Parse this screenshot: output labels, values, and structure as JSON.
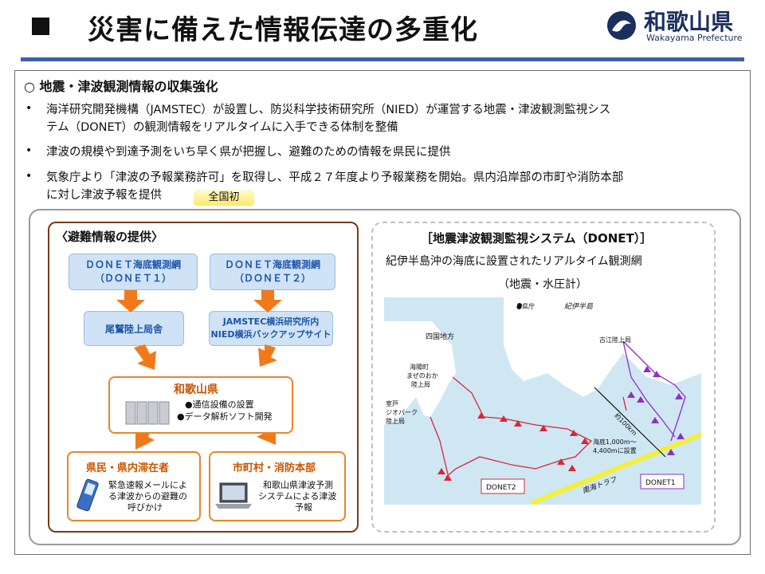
{
  "header": {
    "title": "災害に備えた情報伝達の多重化",
    "logo_name": "和歌山県",
    "logo_sub": "Wakayama Prefecture"
  },
  "section": {
    "heading": "○ 地震・津波観測情報の収集強化",
    "bullets": [
      {
        "symbol": "•",
        "lines": [
          "海洋研究開発機構（JAMSTEC）が設置し、防災科学技術研究所（NIED）が運営する地震・津波観測監視シス",
          "テム（DONET）の観測情報をリアルタイムに入手できる体制を整備"
        ]
      },
      {
        "symbol": "•",
        "lines": [
          "津波の規模や到達予測をいち早く県が把握し、避難のための情報を県民に提供"
        ]
      },
      {
        "symbol": "•",
        "lines": [
          "気象庁より「津波の予報業務許可」を取得し、平成２７年度より予報業務を開始。県内沿岸部の市町や消防本部",
          "に対し津波予報を提供"
        ]
      }
    ],
    "badge": "全国初"
  },
  "left_panel": {
    "title": "〈避難情報の提供〉",
    "donet1": [
      "ＤＯＮＥＴ海底観測網",
      "（ＤＯＮＥＴ１）"
    ],
    "donet2": [
      "ＤＯＮＥＴ海底観測網",
      "（ＤＯＮＥＴ２）"
    ],
    "owase": "尾鷲陸上局舎",
    "jamstec": [
      "JAMSTEC横浜研究所内",
      "NIED横浜バックアップサイト"
    ],
    "pref_title": "和歌山県",
    "pref_items": [
      "●通信設備の設置",
      "●データ解析ソフト開発"
    ],
    "residents_title": "県民・県内滞在者",
    "residents_text": [
      "緊急速報メールによ",
      "る津波からの避難の",
      "呼びかけ"
    ],
    "city_title": "市町村・消防本部",
    "city_text": [
      "和歌山県津波予測",
      "システムによる津波",
      "予報"
    ]
  },
  "right_panel": {
    "title": "［地震津波観測監視システム（DONET）］",
    "subtitle1": "紀伊半島沖の海底に設置されたリアルタイム観測網",
    "subtitle2": "（地震・水圧計）",
    "map": {
      "legend_pref": "●県庁",
      "kii": "紀伊半島",
      "shikoku": "四国地方",
      "koza": "古江陸上局",
      "kainan": [
        "海陽町",
        "まぜのおか",
        "陸上局"
      ],
      "muroto": [
        "室戸",
        "ジオパーク",
        "陸上局"
      ],
      "distance": "約100km",
      "depth": [
        "海底1,000m～",
        "4,400mに設置"
      ],
      "trough": "南海トラフ",
      "donet1": "DONET1",
      "donet2": "DONET2"
    }
  },
  "colors": {
    "accent_bar": "#3a62a6",
    "panel_border": "#7a3a12",
    "orange": "#f07a1a",
    "blue_box": "#cfe2f6",
    "donet1_line": "#8b2fc9",
    "donet2_line": "#d8263a",
    "sea": "#cfe7f3",
    "land": "#ffffff",
    "trough": "#f3ef3a"
  }
}
